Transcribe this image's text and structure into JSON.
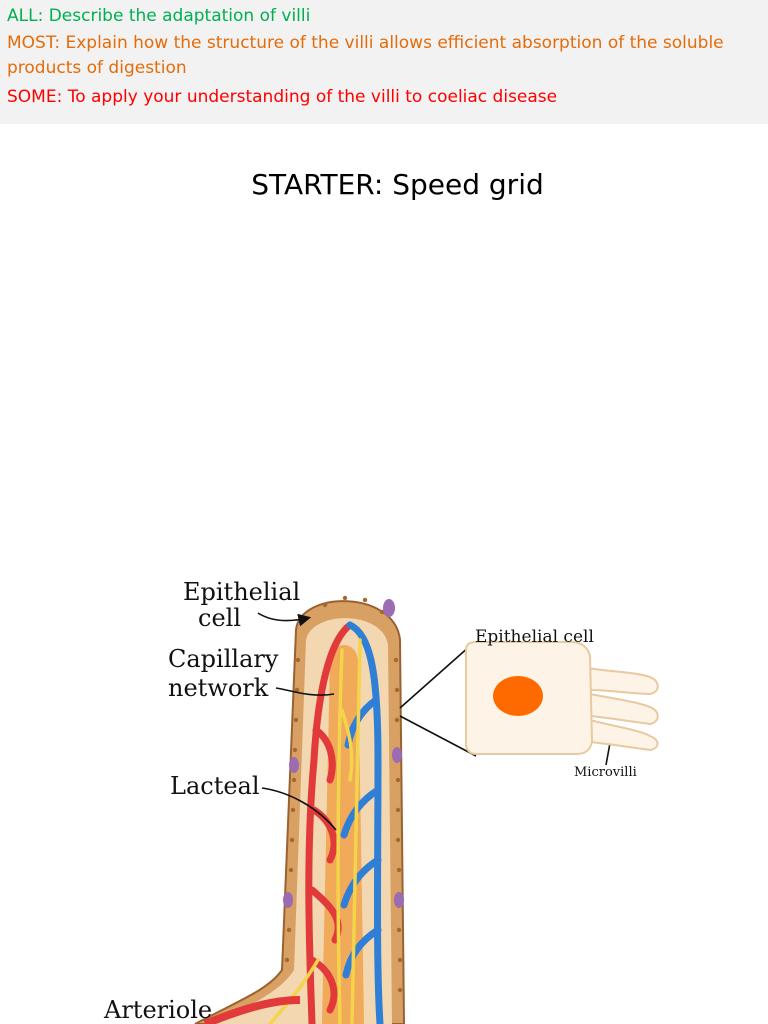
{
  "objectives": {
    "all": "ALL: Describe the adaptation of villi",
    "most": "MOST: Explain how the structure of the villi allows efficient absorption of the soluble products of digestion",
    "some": "SOME: To apply your understanding of the villi to coeliac disease",
    "colors": {
      "all": "#00b050",
      "most": "#e46c0a",
      "some": "#ff0000"
    }
  },
  "starter": {
    "title": "STARTER: Speed grid"
  },
  "diagram": {
    "labels": {
      "epithelial_cell_line1": "Epithelial",
      "epithelial_cell_line2": "cell",
      "capillary_line1": "Capillary",
      "capillary_line2": "network",
      "lacteal": "Lacteal",
      "arteriole": "Arteriole",
      "inset_epithelial_cell": "Epithelial cell",
      "microvilli": "Microvilli"
    },
    "colors": {
      "epithelium": "#c8894a",
      "capillary_red": "#e23a3a",
      "capillary_blue": "#2f7fd6",
      "lacteal_yellow": "#f3d44a",
      "core_orange": "#f0a24a",
      "nucleus": "#ff6a00",
      "cell_fill": "#fdf3e6"
    }
  }
}
